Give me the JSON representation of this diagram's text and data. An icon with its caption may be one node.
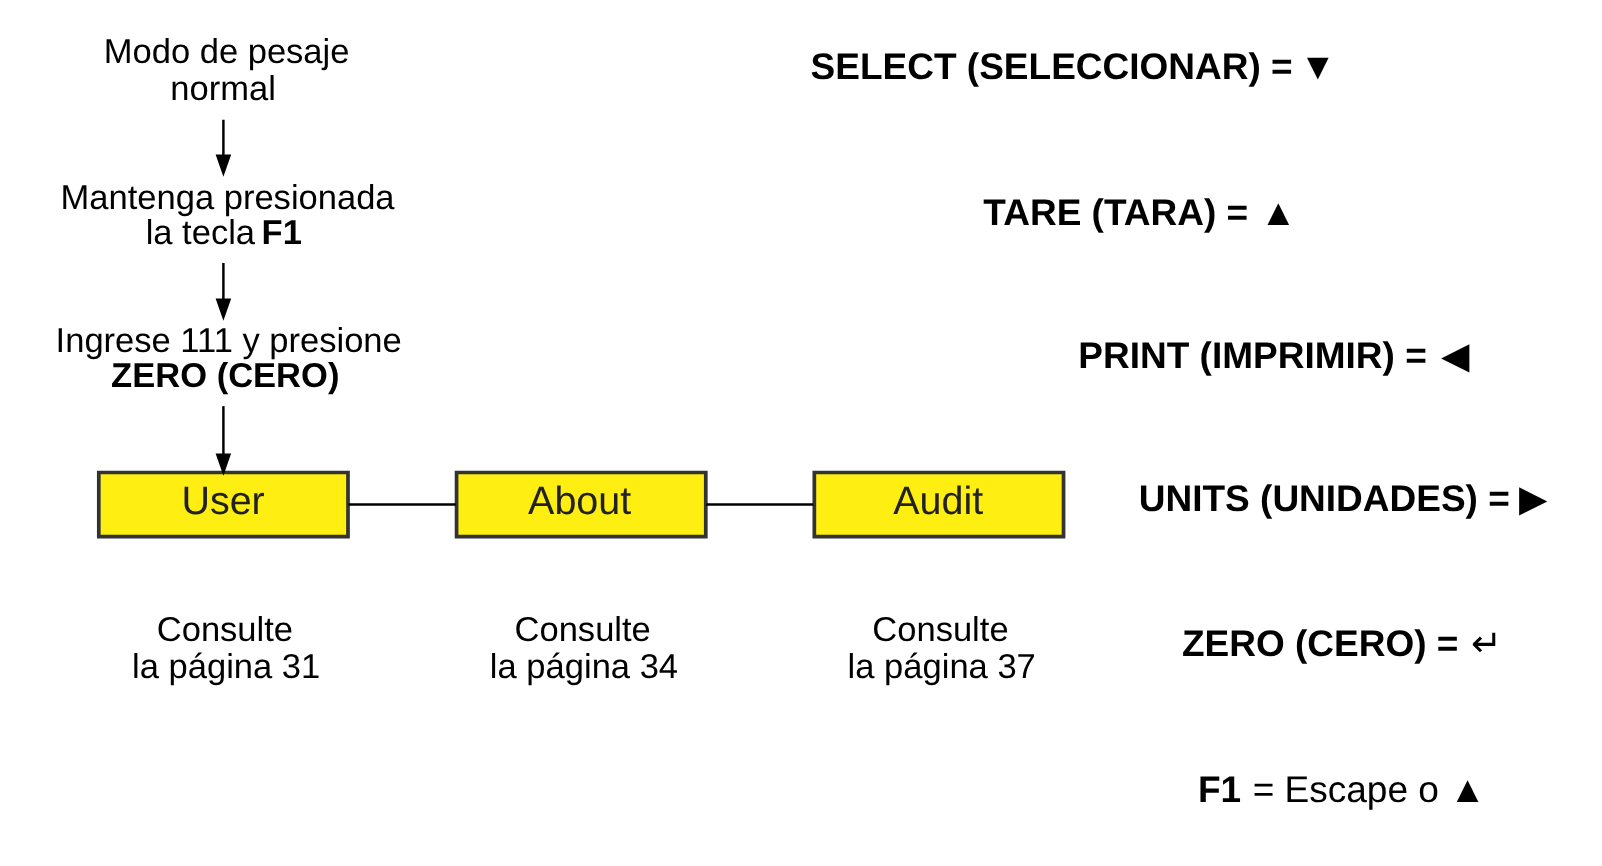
{
  "diagram": {
    "nodes": [
      {
        "text": [
          "Modo de pesaje normal"
        ]
      },
      {
        "text": [
          "Mantenga presionada la tecla **F1**"
        ]
      },
      {
        "text": [
          "Ingrese 111 y presione **ZERO (CERO)**"
        ]
      },
      {
        "text": [
          "User"
        ],
        "beside": [
          "Consulte la página 31"
        ]
      },
      {
        "text": [
          "About"
        ],
        "beside": [
          "Consulte la página 34"
        ]
      },
      {
        "text": [
          "Audit"
        ],
        "beside": [
          "Consulte la página 37"
        ]
      }
    ],
    "edges": [
      {
        "from": 0,
        "to": 1,
        "arrow": "to"
      },
      {
        "from": 1,
        "to": 2,
        "arrow": "to"
      },
      {
        "from": 2,
        "to": 3,
        "arrow": "to"
      },
      {
        "from": 3,
        "to": 4,
        "arrow": "none"
      },
      {
        "from": 4,
        "to": 5,
        "arrow": "none"
      }
    ],
    "labels": [
      "**SELECT (SELECCIONAR) =** ▼",
      "**TARE (TARA) =** ▲",
      "**PRINT (IMPRIMIR) =** ◀",
      "**UNITS (UNIDADES) =** ▶",
      "**ZERO (CERO) =** ↵",
      "**F1** = Escape o ▲"
    ]
  }
}
